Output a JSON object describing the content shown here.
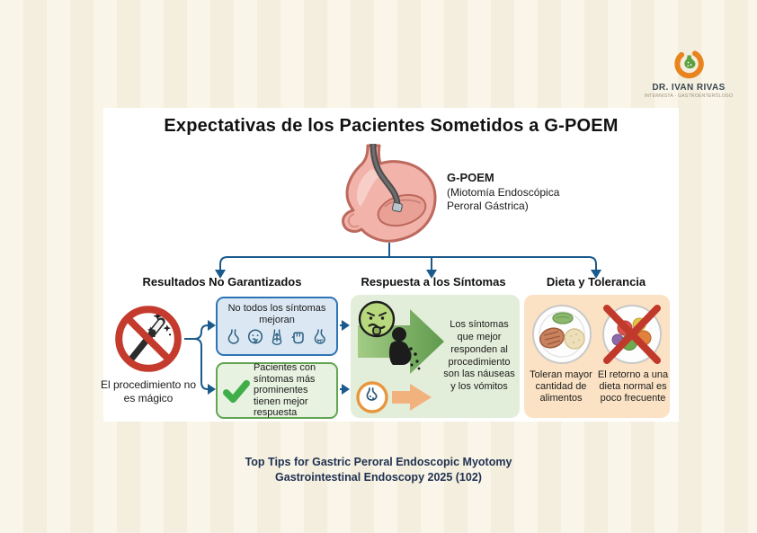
{
  "page": {
    "title": "Expectativas de los Pacientes Sometidos a G-POEM"
  },
  "logo": {
    "name": "DR. IVAN RIVAS",
    "subtitle": "INTERNISTA - GASTROENTERÓLOGO"
  },
  "procedure": {
    "label": "G-POEM",
    "description": "(Miotomía Endoscópica Peroral Gástrica)"
  },
  "columns": [
    {
      "header": "Resultados No Garantizados",
      "icon_caption": "El procedimiento no es mágico",
      "box_not_all": "No todos los síntomas mejoran",
      "box_prominent": "Pacientes con síntomas más prominentes tienen mejor respuesta"
    },
    {
      "header": "Respuesta a los Síntomas",
      "body": "Los síntomas que mejor responden al procedimiento son las náuseas y los vómitos"
    },
    {
      "header": "Dieta y Tolerancia",
      "caption_tolerate": "Toleran mayor cantidad de alimentos",
      "caption_return": "El retorno a una dieta normal es poco frecuente"
    }
  ],
  "footer": {
    "line1": "Top Tips for Gastric Peroral Endoscopic Myotomy",
    "line2": "Gastrointestinal Endoscopy 2025 (102)"
  },
  "icons": {
    "clinic-stomach-logo-icon": "orange ring with green stomach",
    "stomach-endoscope-illustration": "pink stomach with endoscope inserted",
    "no-magic-icon": "magic wand in red prohibition circle",
    "symptom-stomach-icon": "stomach outline",
    "symptom-nausea-face-icon": "nauseated face outline",
    "symptom-reflux-icon": "esophagus with upward arrow",
    "symptom-fist-icon": "clenched hand",
    "symptom-full-stomach-icon": "stomach with contents",
    "check-icon": "green check mark",
    "nausea-vomit-arrow-icon": "green arrow with sick face and vomiting person",
    "stomach-circle-arrow-icon": "stomach in orange ring with orange arrow",
    "meal-plate-icon": "plate with protein, rice and greens",
    "no-normal-diet-icon": "salad plate crossed out in red"
  },
  "colors": {
    "background_stripe_light": "#f9f5e8",
    "background_stripe_dark": "#f3eedd",
    "panel_white": "#ffffff",
    "connector_blue": "#1b5a8c",
    "box_blue_border": "#2e74b5",
    "box_blue_bg": "#dbe8f4",
    "box_green_border": "#61a552",
    "box_green_bg": "#e7f2e0",
    "mid_panel_bg": "#e3eeda",
    "right_panel_bg": "#fbe2c4",
    "prohibition_red": "#c43b2e",
    "check_green": "#3fae49",
    "logo_orange": "#e8831d",
    "logo_green": "#5ea13e",
    "footer_navy": "#1f3050"
  }
}
